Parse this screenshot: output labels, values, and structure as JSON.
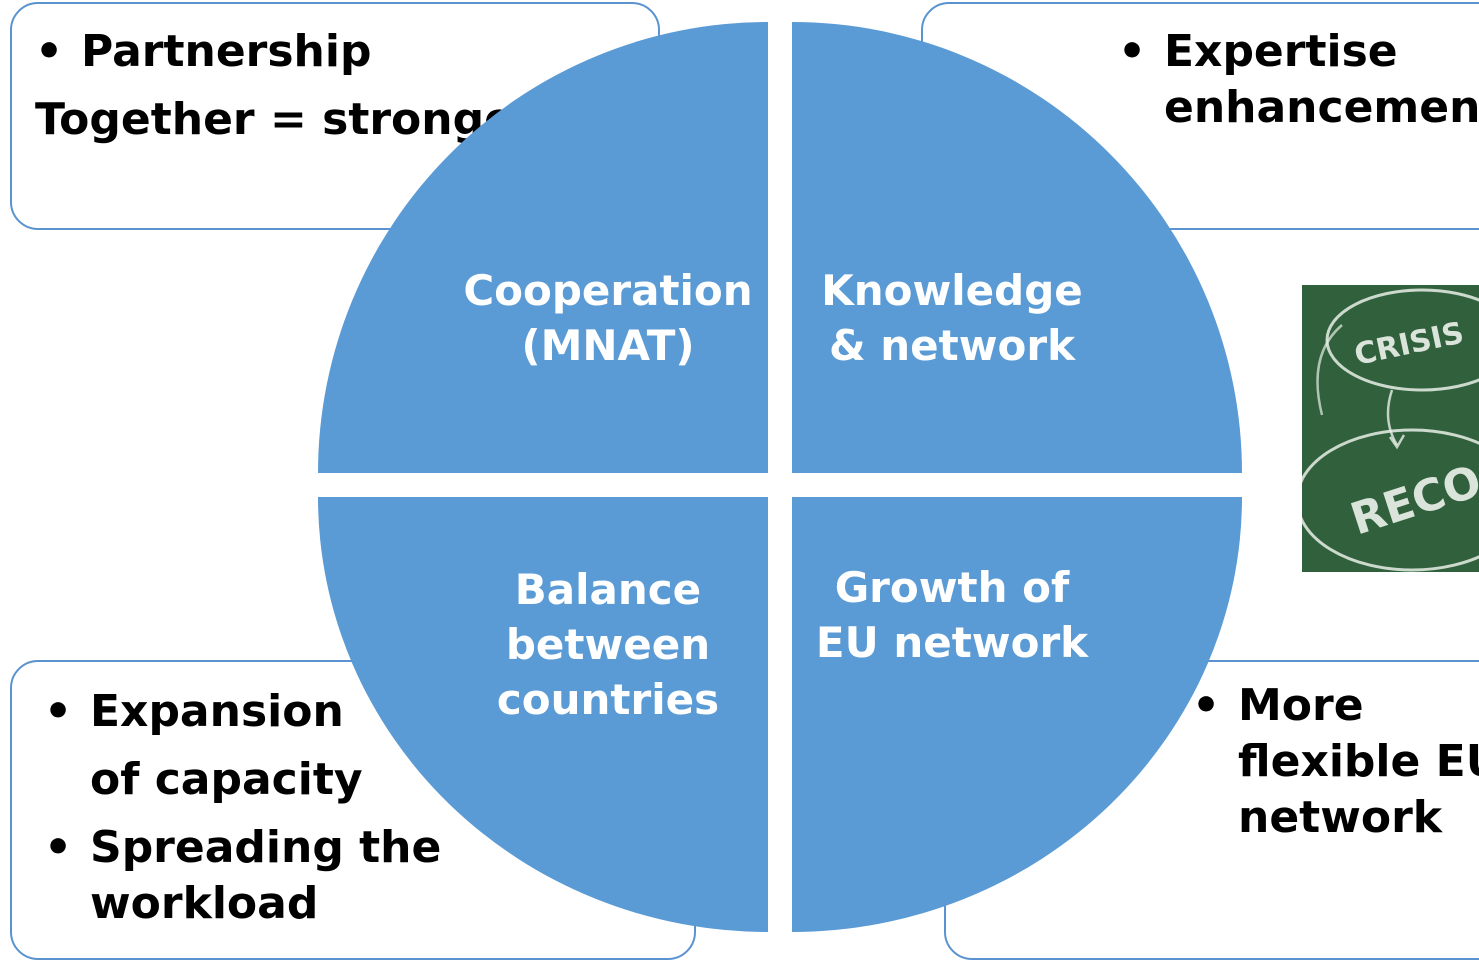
{
  "boxes": {
    "top_left": {
      "bullet": "Partnership",
      "line": "Together = stronger"
    },
    "top_right": {
      "lines": [
        "Expertise",
        "enhancement"
      ]
    },
    "bottom_left": {
      "bullet1": [
        "Expansion",
        "of capacity"
      ],
      "bullet2": [
        "Spreading the",
        "workload"
      ]
    },
    "bottom_right": {
      "lines": [
        "More",
        "flexible EU",
        "network"
      ]
    }
  },
  "quadrants": {
    "top_left": [
      "Cooperation",
      "(MNAT)"
    ],
    "top_right": [
      "Knowledge",
      "& network"
    ],
    "bottom_left": [
      "Balance",
      "between",
      "countries"
    ],
    "bottom_right": [
      "Growth of",
      "EU network"
    ]
  },
  "photo": {
    "words": [
      "CRISIS",
      "RECO"
    ]
  },
  "colors": {
    "quadrant": "#5b9bd5",
    "box_border": "#5a93cf",
    "chalkboard": "#2c5b38"
  }
}
